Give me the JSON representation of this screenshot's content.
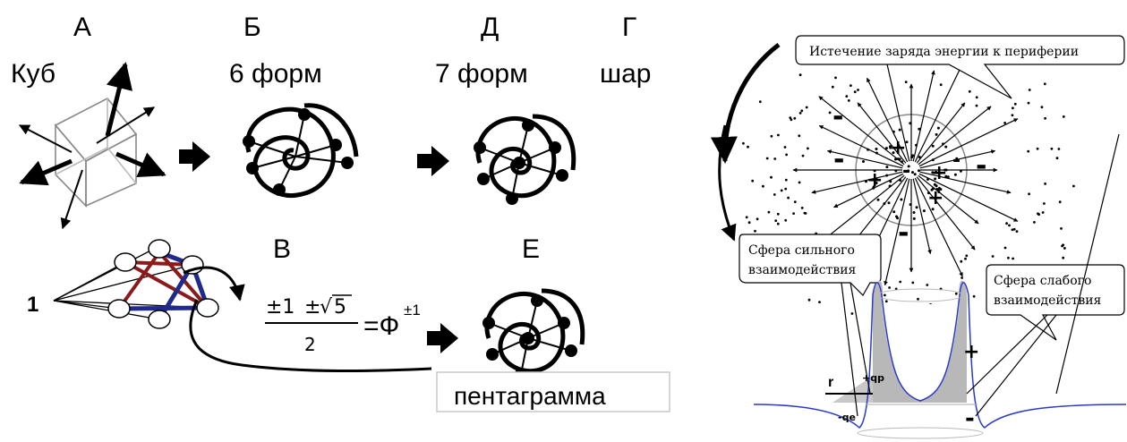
{
  "left": {
    "letters": {
      "a": "А",
      "b": "Б",
      "d": "Д",
      "g": "Г",
      "v": "В",
      "e": "Е"
    },
    "captions": {
      "cube": "Куб",
      "six": "6 форм",
      "seven": "7 форм",
      "sphere": "шар"
    },
    "one": "1",
    "formula": {
      "numerator_pm1": "±1",
      "numerator_pm2": "±",
      "numerator_num": "1",
      "radical": "√",
      "radicand": "5",
      "denominator": "2",
      "rhs_eq": "=Ф",
      "rhs_exp": "±1"
    },
    "box_label": "пентаграмма"
  },
  "right": {
    "callout_top": "Истечение заряда энергии к периферии",
    "callout_strong_1": "Сфера сильного",
    "callout_strong_2": "взаимодействия",
    "callout_weak_1": "Сфера слабого",
    "callout_weak_2": "взаимодействия",
    "r_label": "r",
    "qp_label": "+qр",
    "qe_label": "-qе",
    "minus": "-",
    "plus": "+"
  }
}
